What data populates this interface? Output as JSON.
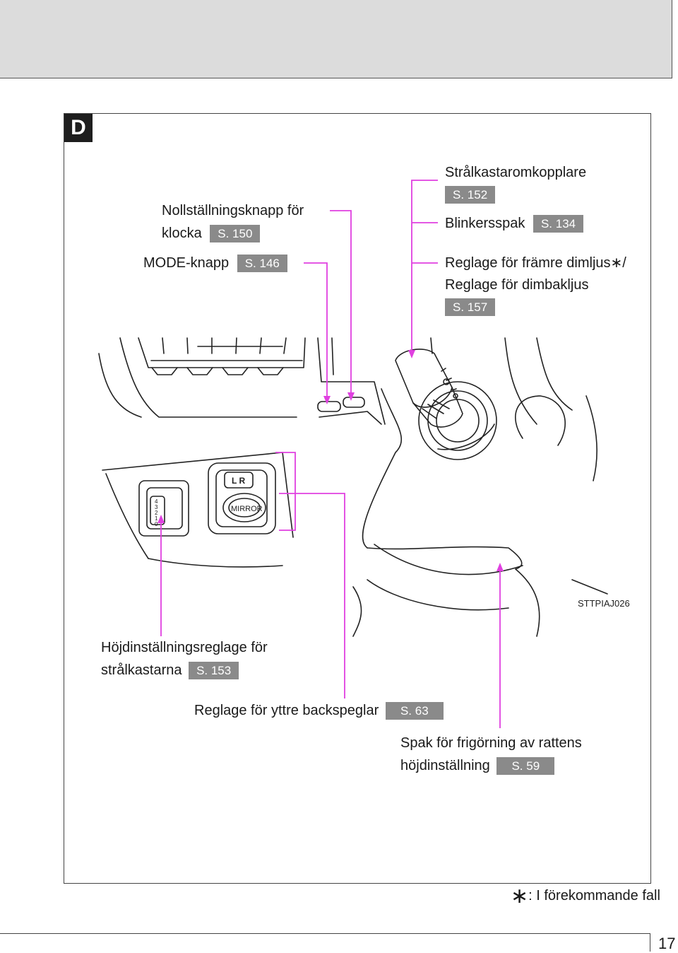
{
  "section_letter": "D",
  "labels": {
    "strålkastaromkopplare": "Strålkastaromkopplare",
    "strålkastaromkopplare_ref": "S. 152",
    "blinkersspak": "Blinkersspak",
    "blinkersspak_ref": "S. 134",
    "nollställning_line1": "Nollställningsknapp för",
    "nollställning_line2": "klocka",
    "nollställning_ref": "S. 150",
    "mode": "MODE-knapp",
    "mode_ref": "S. 146",
    "dimljus_line1": "Reglage för främre dimljus∗/",
    "dimljus_line2": "Reglage för dimbakljus",
    "dimljus_ref": "S. 157",
    "hojd_line1": "Höjdinställningsreglage för",
    "hojd_line2": "strålkastarna",
    "hojd_ref": "S. 153",
    "backspeglar": "Reglage för yttre backspeglar",
    "backspeglar_ref": "S. 63",
    "spak_line1": "Spak för frigörning av rattens",
    "spak_line2": "höjdinställning",
    "spak_ref": "S. 59"
  },
  "illustration": {
    "code": "STTPIAJ026",
    "mirror_switch_label": "MIRROR",
    "mirror_lr_label": "L R",
    "leveling_dial_marks": [
      "4",
      "3",
      "2",
      "1",
      "0"
    ]
  },
  "footnote": {
    "symbol": "∗",
    "text": ": I förekommande fall"
  },
  "page_number": "17",
  "colors": {
    "leader_line": "#e040e0",
    "ref_badge": "#8a8a8a",
    "header_bar": "#dcdcdc"
  }
}
